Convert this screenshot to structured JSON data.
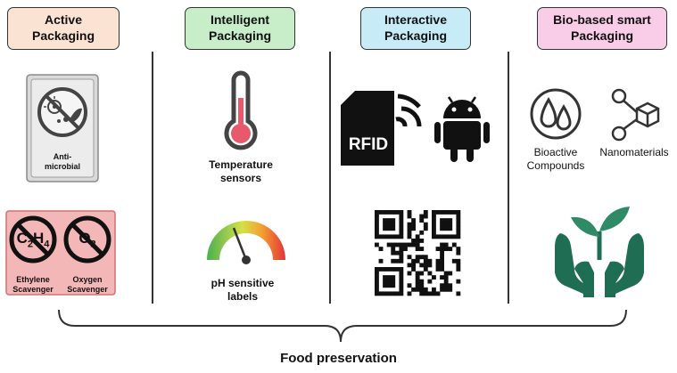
{
  "columns": [
    {
      "title": "Active\nPackaging",
      "color": "#fbe3d3"
    },
    {
      "title": "Intelligent\nPackaging",
      "color": "#c7edc9"
    },
    {
      "title": "Interactive\nPackaging",
      "color": "#c8ecf7"
    },
    {
      "title": "Bio-based smart\nPackaging",
      "color": "#f9cde8"
    }
  ],
  "active": {
    "antimicrobial_label": "Anti-\nmicrobial",
    "ethylene_label": "Ethylene\nScavenger",
    "oxygen_label": "Oxygen\nScavenger",
    "ethylene_formula": "C2H4",
    "oxygen_formula": "O2"
  },
  "intelligent": {
    "temperature_label": "Temperature\nsensors",
    "ph_label": "pH sensitive\nlabels"
  },
  "interactive": {
    "rfid_label": "RFID"
  },
  "biobased": {
    "bioactive_label": "Bioactive\nCompounds",
    "nano_label": "Nanomaterials"
  },
  "footer": "Food preservation"
}
